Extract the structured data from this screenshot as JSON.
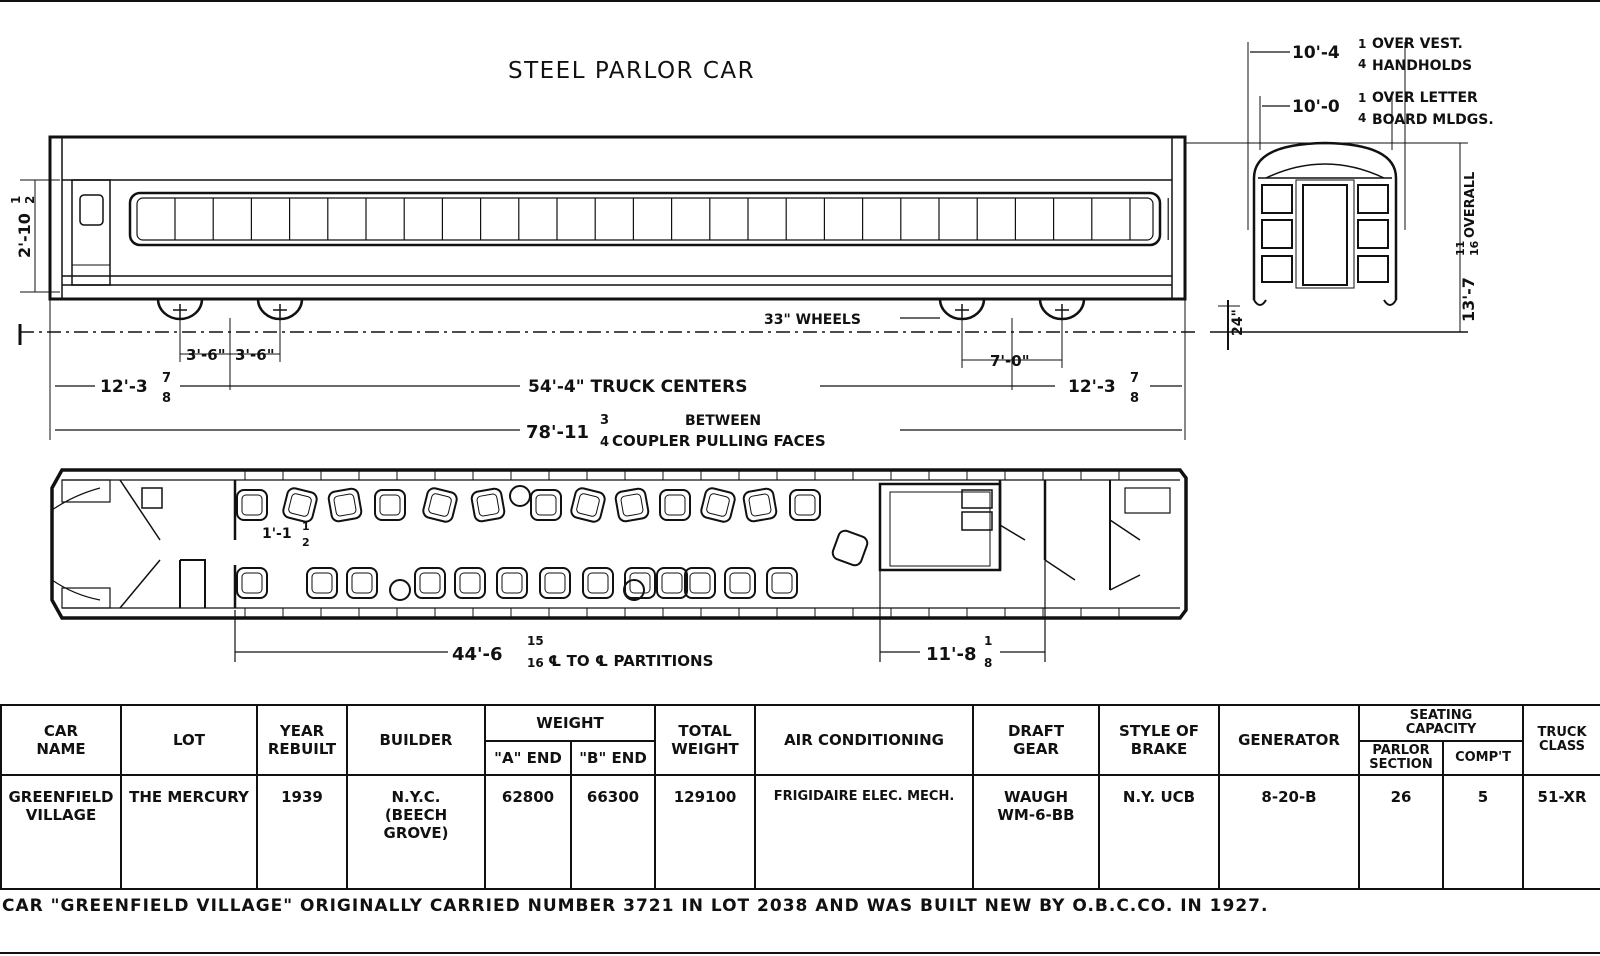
{
  "title": "STEEL PARLOR CAR",
  "side_view": {
    "height_label": "2'-10",
    "height_frac": [
      "1",
      "2"
    ],
    "wheels_label": "33\" WHEELS",
    "truck_spacing_left_a": "3'-6\"",
    "truck_spacing_left_b": "3'-6\"",
    "truck_spacing_right": "7'-0\"",
    "end_offset_left": "12'-3",
    "end_offset_right": "12'-3",
    "end_offset_frac": [
      "7",
      "8"
    ],
    "truck_centers": "54'-4\" TRUCK CENTERS",
    "between_label": "BETWEEN",
    "overall_length": "78'-11",
    "overall_length_frac": [
      "3",
      "4"
    ],
    "coupler_label": "COUPLER PULLING FACES"
  },
  "end_view": {
    "vest_width": "10'-4",
    "vest_frac": [
      "1",
      "4"
    ],
    "vest_label_top": "OVER VEST.",
    "vest_label_bottom": "HANDHOLDS",
    "letter_width": "10'-0",
    "letter_frac": [
      "1",
      "4"
    ],
    "letter_label_top": "OVER LETTER",
    "letter_label_bottom": "BOARD MLDGS.",
    "rail_height": "24\"",
    "overall_height": "13'-7",
    "overall_height_frac": [
      "11",
      "16"
    ],
    "overall_label": "OVERALL"
  },
  "floor_plan": {
    "aisle_label": "1'-1",
    "aisle_frac": [
      "1",
      "2"
    ],
    "partition_length": "44'-6",
    "partition_frac": [
      "15",
      "16"
    ],
    "partition_label": "℄ TO ℄ PARTITIONS",
    "compartment_length": "11'-8",
    "compartment_frac": [
      "1",
      "8"
    ]
  },
  "table": {
    "headers": {
      "car_name": "CAR\nNAME",
      "lot": "LOT",
      "year_rebuilt": "YEAR\nREBUILT",
      "builder": "BUILDER",
      "weight": "WEIGHT",
      "a_end": "\"A\" END",
      "b_end": "\"B\" END",
      "total_weight": "TOTAL\nWEIGHT",
      "air_conditioning": "AIR CONDITIONING",
      "draft_gear": "DRAFT\nGEAR",
      "style_of_brake": "STYLE OF\nBRAKE",
      "generator": "GENERATOR",
      "seating_capacity": "SEATING\nCAPACITY",
      "parlor_section": "PARLOR\nSECTION",
      "compt": "COMP'T",
      "truck_class": "TRUCK\nCLASS"
    },
    "row": {
      "car_name": "GREENFIELD\nVILLAGE",
      "lot": "THE MERCURY",
      "year_rebuilt": "1939",
      "builder": "N.Y.C.\n(BEECH GROVE)",
      "a_end": "62800",
      "b_end": "66300",
      "total_weight": "129100",
      "air_conditioning": "FRIGIDAIRE ELEC. MECH.",
      "draft_gear": "WAUGH\nWM-6-BB",
      "style_of_brake": "N.Y. UCB",
      "generator": "8-20-B",
      "parlor_section": "26",
      "compt": "5",
      "truck_class": "51-XR"
    }
  },
  "note": "CAR \"GREENFIELD VILLAGE\" ORIGINALLY CARRIED NUMBER 3721 IN LOT 2038 AND WAS BUILT NEW BY O.B.C.CO. IN 1927."
}
